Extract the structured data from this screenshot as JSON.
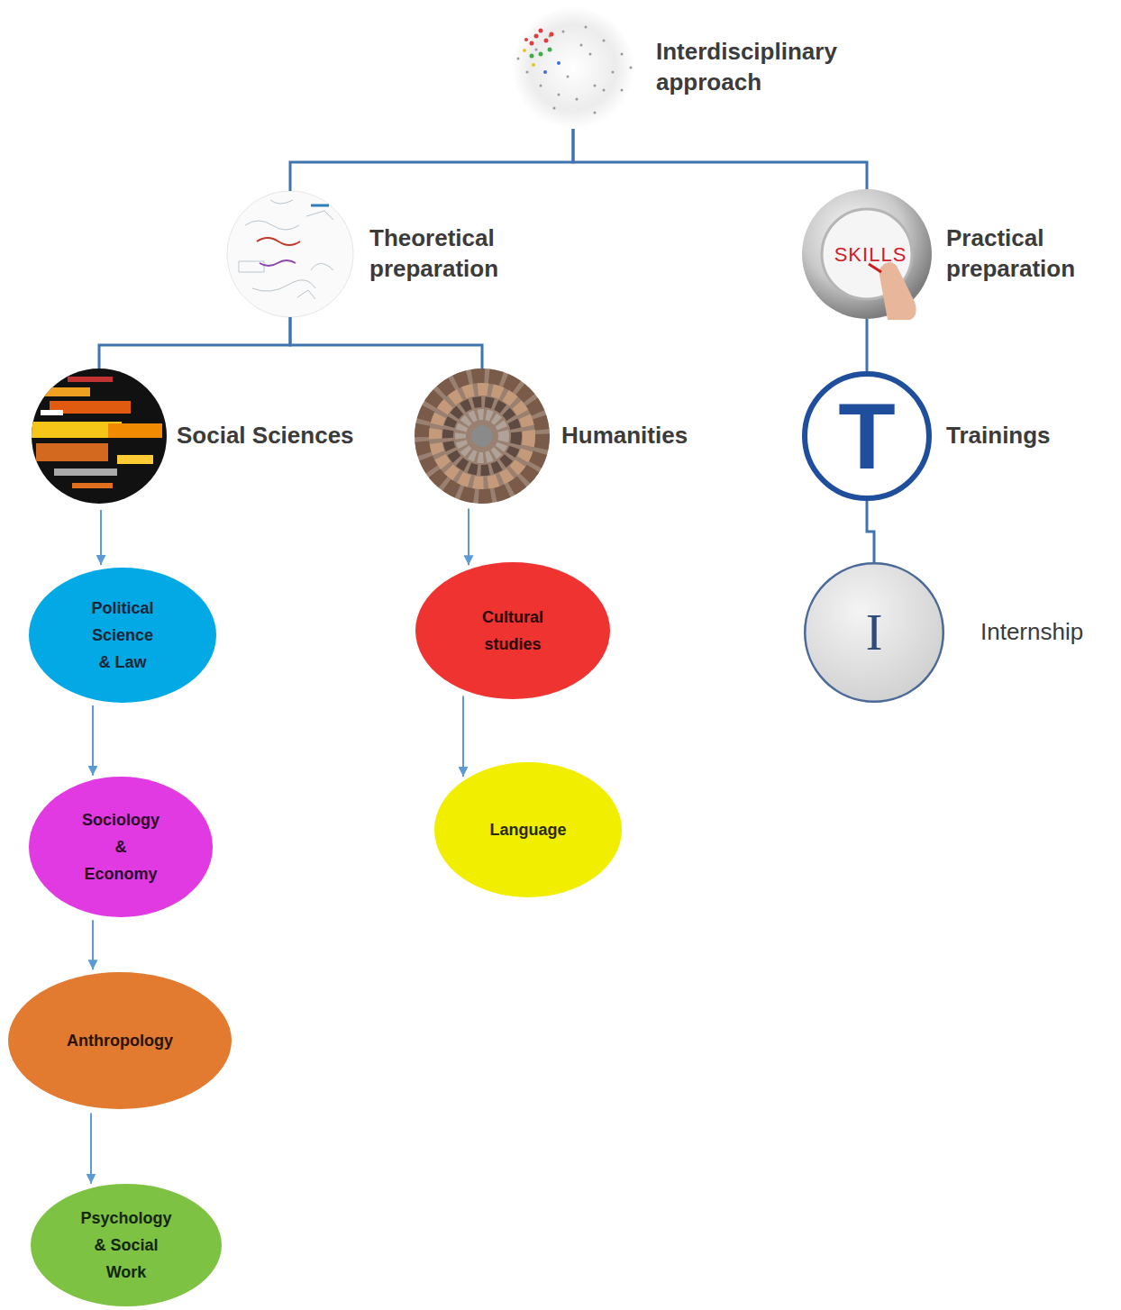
{
  "diagram": {
    "nodes": [
      {
        "text": [
          "Interdisciplinary approach"
        ]
      },
      {
        "text": [
          "Theoretical preparation"
        ]
      },
      {
        "text": [
          "Practical preparation"
        ]
      },
      {
        "text": [
          "Social Sciences"
        ]
      },
      {
        "text": [
          "Humanities"
        ]
      },
      {
        "text": [
          "T",
          "Trainings"
        ]
      },
      {
        "text": [
          "I",
          "Internship"
        ]
      },
      {
        "text": [
          "Political Science & Law"
        ]
      },
      {
        "text": [
          "Sociology & Economy"
        ]
      },
      {
        "text": [
          "Anthropology"
        ]
      },
      {
        "text": [
          "Psychology & Social Work"
        ]
      },
      {
        "text": [
          "Cultural studies"
        ]
      },
      {
        "text": [
          "Language"
        ]
      }
    ],
    "edges": [
      {
        "from": 0,
        "to": 1,
        "arrow": "none"
      },
      {
        "from": 0,
        "to": 2,
        "arrow": "none"
      },
      {
        "from": 1,
        "to": 3,
        "arrow": "none"
      },
      {
        "from": 1,
        "to": 4,
        "arrow": "none"
      },
      {
        "from": 2,
        "to": 5,
        "arrow": "none"
      },
      {
        "from": 5,
        "to": 6,
        "arrow": "none"
      },
      {
        "from": 3,
        "to": 7,
        "arrow": "to"
      },
      {
        "from": 7,
        "to": 8,
        "arrow": "to"
      },
      {
        "from": 8,
        "to": 9,
        "arrow": "to"
      },
      {
        "from": 9,
        "to": 10,
        "arrow": "to"
      },
      {
        "from": 4,
        "to": 11,
        "arrow": "to"
      },
      {
        "from": 11,
        "to": 12,
        "arrow": "to"
      }
    ],
    "labels": [
      "SKILLS"
    ]
  }
}
